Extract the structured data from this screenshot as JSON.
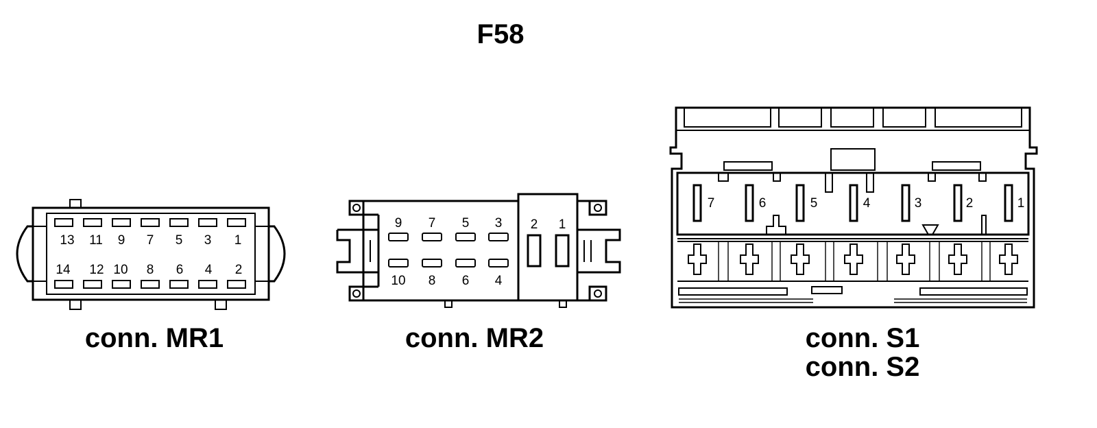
{
  "title": "F58",
  "connectors": {
    "mr1": {
      "label": "conn. MR1",
      "top_pins": [
        "13",
        "11",
        "9",
        "7",
        "5",
        "3",
        "1"
      ],
      "bottom_pins": [
        "14",
        "12",
        "10",
        "8",
        "6",
        "4",
        "2"
      ]
    },
    "mr2": {
      "label": "conn. MR2",
      "top_pins": [
        "9",
        "7",
        "5",
        "3"
      ],
      "bottom_pins": [
        "10",
        "8",
        "6",
        "4"
      ],
      "side_pins": [
        "2",
        "1"
      ]
    },
    "s": {
      "label_line1": "conn. S1",
      "label_line2": "conn. S2",
      "pins": [
        "7",
        "6",
        "5",
        "4",
        "3",
        "2",
        "1"
      ]
    }
  }
}
